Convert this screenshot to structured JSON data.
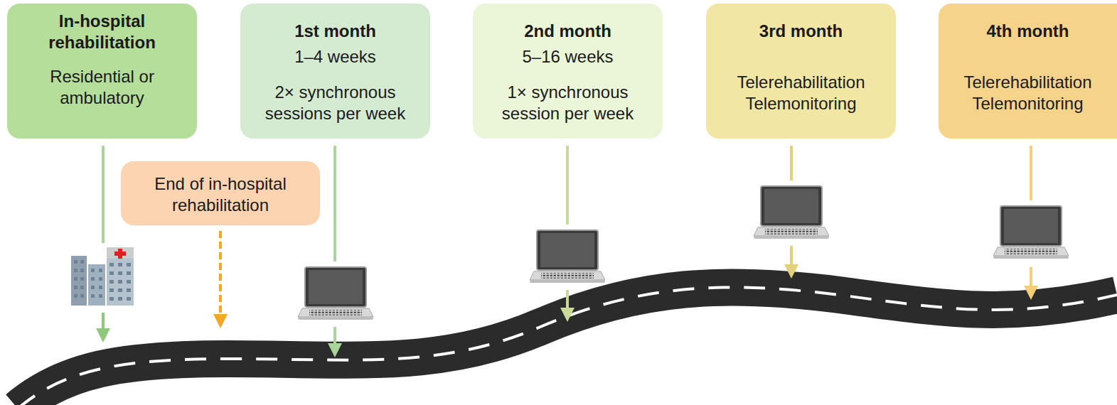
{
  "diagram": {
    "nodes": [
      {
        "text": [
          "In-hospital rehabilitation",
          "Residential or ambulatory"
        ]
      },
      {
        "text": [
          "1st month",
          "1–4 weeks",
          "2× synchronous sessions per week"
        ]
      },
      {
        "text": [
          "2nd month",
          "5–16 weeks",
          "1× synchronous session per week"
        ]
      },
      {
        "text": [
          "3rd month",
          "Telerehabilitation Telemonitoring"
        ]
      },
      {
        "text": [
          "4th month",
          "Telerehabilitation Telemonitoring"
        ]
      },
      {
        "text": [
          "End of in-hospital rehabilitation"
        ]
      }
    ]
  }
}
